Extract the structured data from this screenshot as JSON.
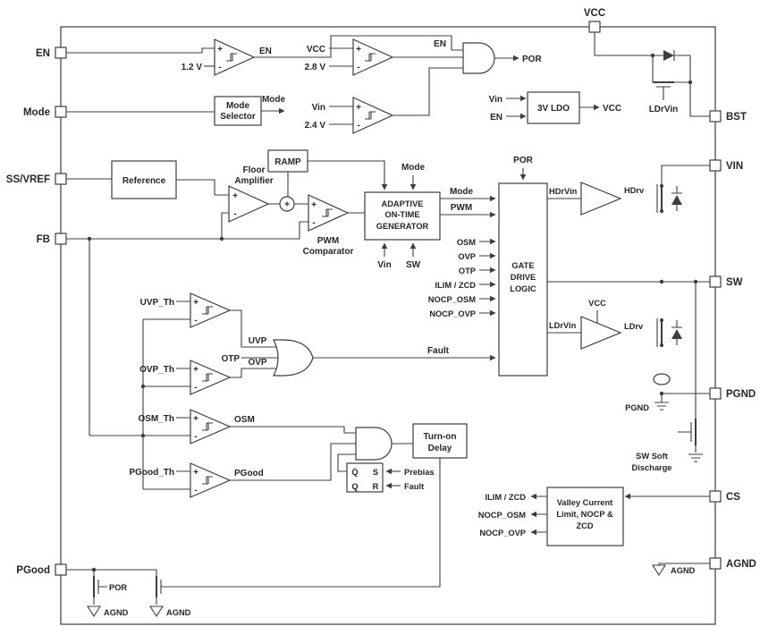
{
  "pins": {
    "vcc": "VCC",
    "en": "EN",
    "mode": "Mode",
    "ss_vref": "SS/VREF",
    "fb": "FB",
    "pgood": "PGood",
    "bst": "BST",
    "vin": "VIN",
    "sw": "SW",
    "pgnd": "PGND",
    "cs": "CS",
    "agnd": "AGND"
  },
  "blocks": {
    "mode_selector": [
      "Mode",
      "Selector"
    ],
    "reference": "Reference",
    "ramp": "RAMP",
    "floor_amplifier": [
      "Floor",
      "Amplifier"
    ],
    "pwm_comparator": [
      "PWM",
      "Comparator"
    ],
    "adaptive_on_time": [
      "ADAPTIVE",
      "ON-TIME",
      "GENERATOR"
    ],
    "gate_drive_logic": [
      "GATE",
      "DRIVE",
      "LOGIC"
    ],
    "ldo": "3V LDO",
    "turn_on_delay": [
      "Turn-on",
      "Delay"
    ],
    "valley": [
      "Valley Current",
      "Limit, NOCP &",
      "ZCD"
    ],
    "sw_soft_discharge": [
      "SW Soft",
      "Discharge"
    ]
  },
  "comparator_labels": {
    "en_ref": "1.2 V",
    "vcc_in": "VCC",
    "vcc_ref": "2.8 V",
    "vin_in": "Vin",
    "vin_ref": "2.4 V",
    "uvp_th": "UVP_Th",
    "ovp_th": "OVP_Th",
    "osm_th": "OSM_Th",
    "pgood_th": "PGood_Th"
  },
  "signals": {
    "en": "EN",
    "por": "POR",
    "mode": "Mode",
    "pwm": "PWM",
    "vin": "Vin",
    "sw": "SW",
    "vcc": "VCC",
    "uvp": "UVP",
    "ovp": "OVP",
    "otp": "OTP",
    "osm": "OSM",
    "pgood": "PGood",
    "fault": "Fault",
    "prebias": "Prebias",
    "ilim_zcd": "ILIM / ZCD",
    "nocp_osm": "NOCP_OSM",
    "nocp_ovp": "NOCP_OVP",
    "hdrvin": "HDrVin",
    "ldrvin": "LDrVin",
    "hdrv": "HDrv",
    "ldrv": "LDrv",
    "pgnd": "PGND",
    "agnd": "AGND"
  },
  "latch": {
    "qbar": "Q̅",
    "s": "S",
    "q": "Q",
    "r": "R"
  },
  "symbols": {
    "plus": "+",
    "minus": "-"
  }
}
